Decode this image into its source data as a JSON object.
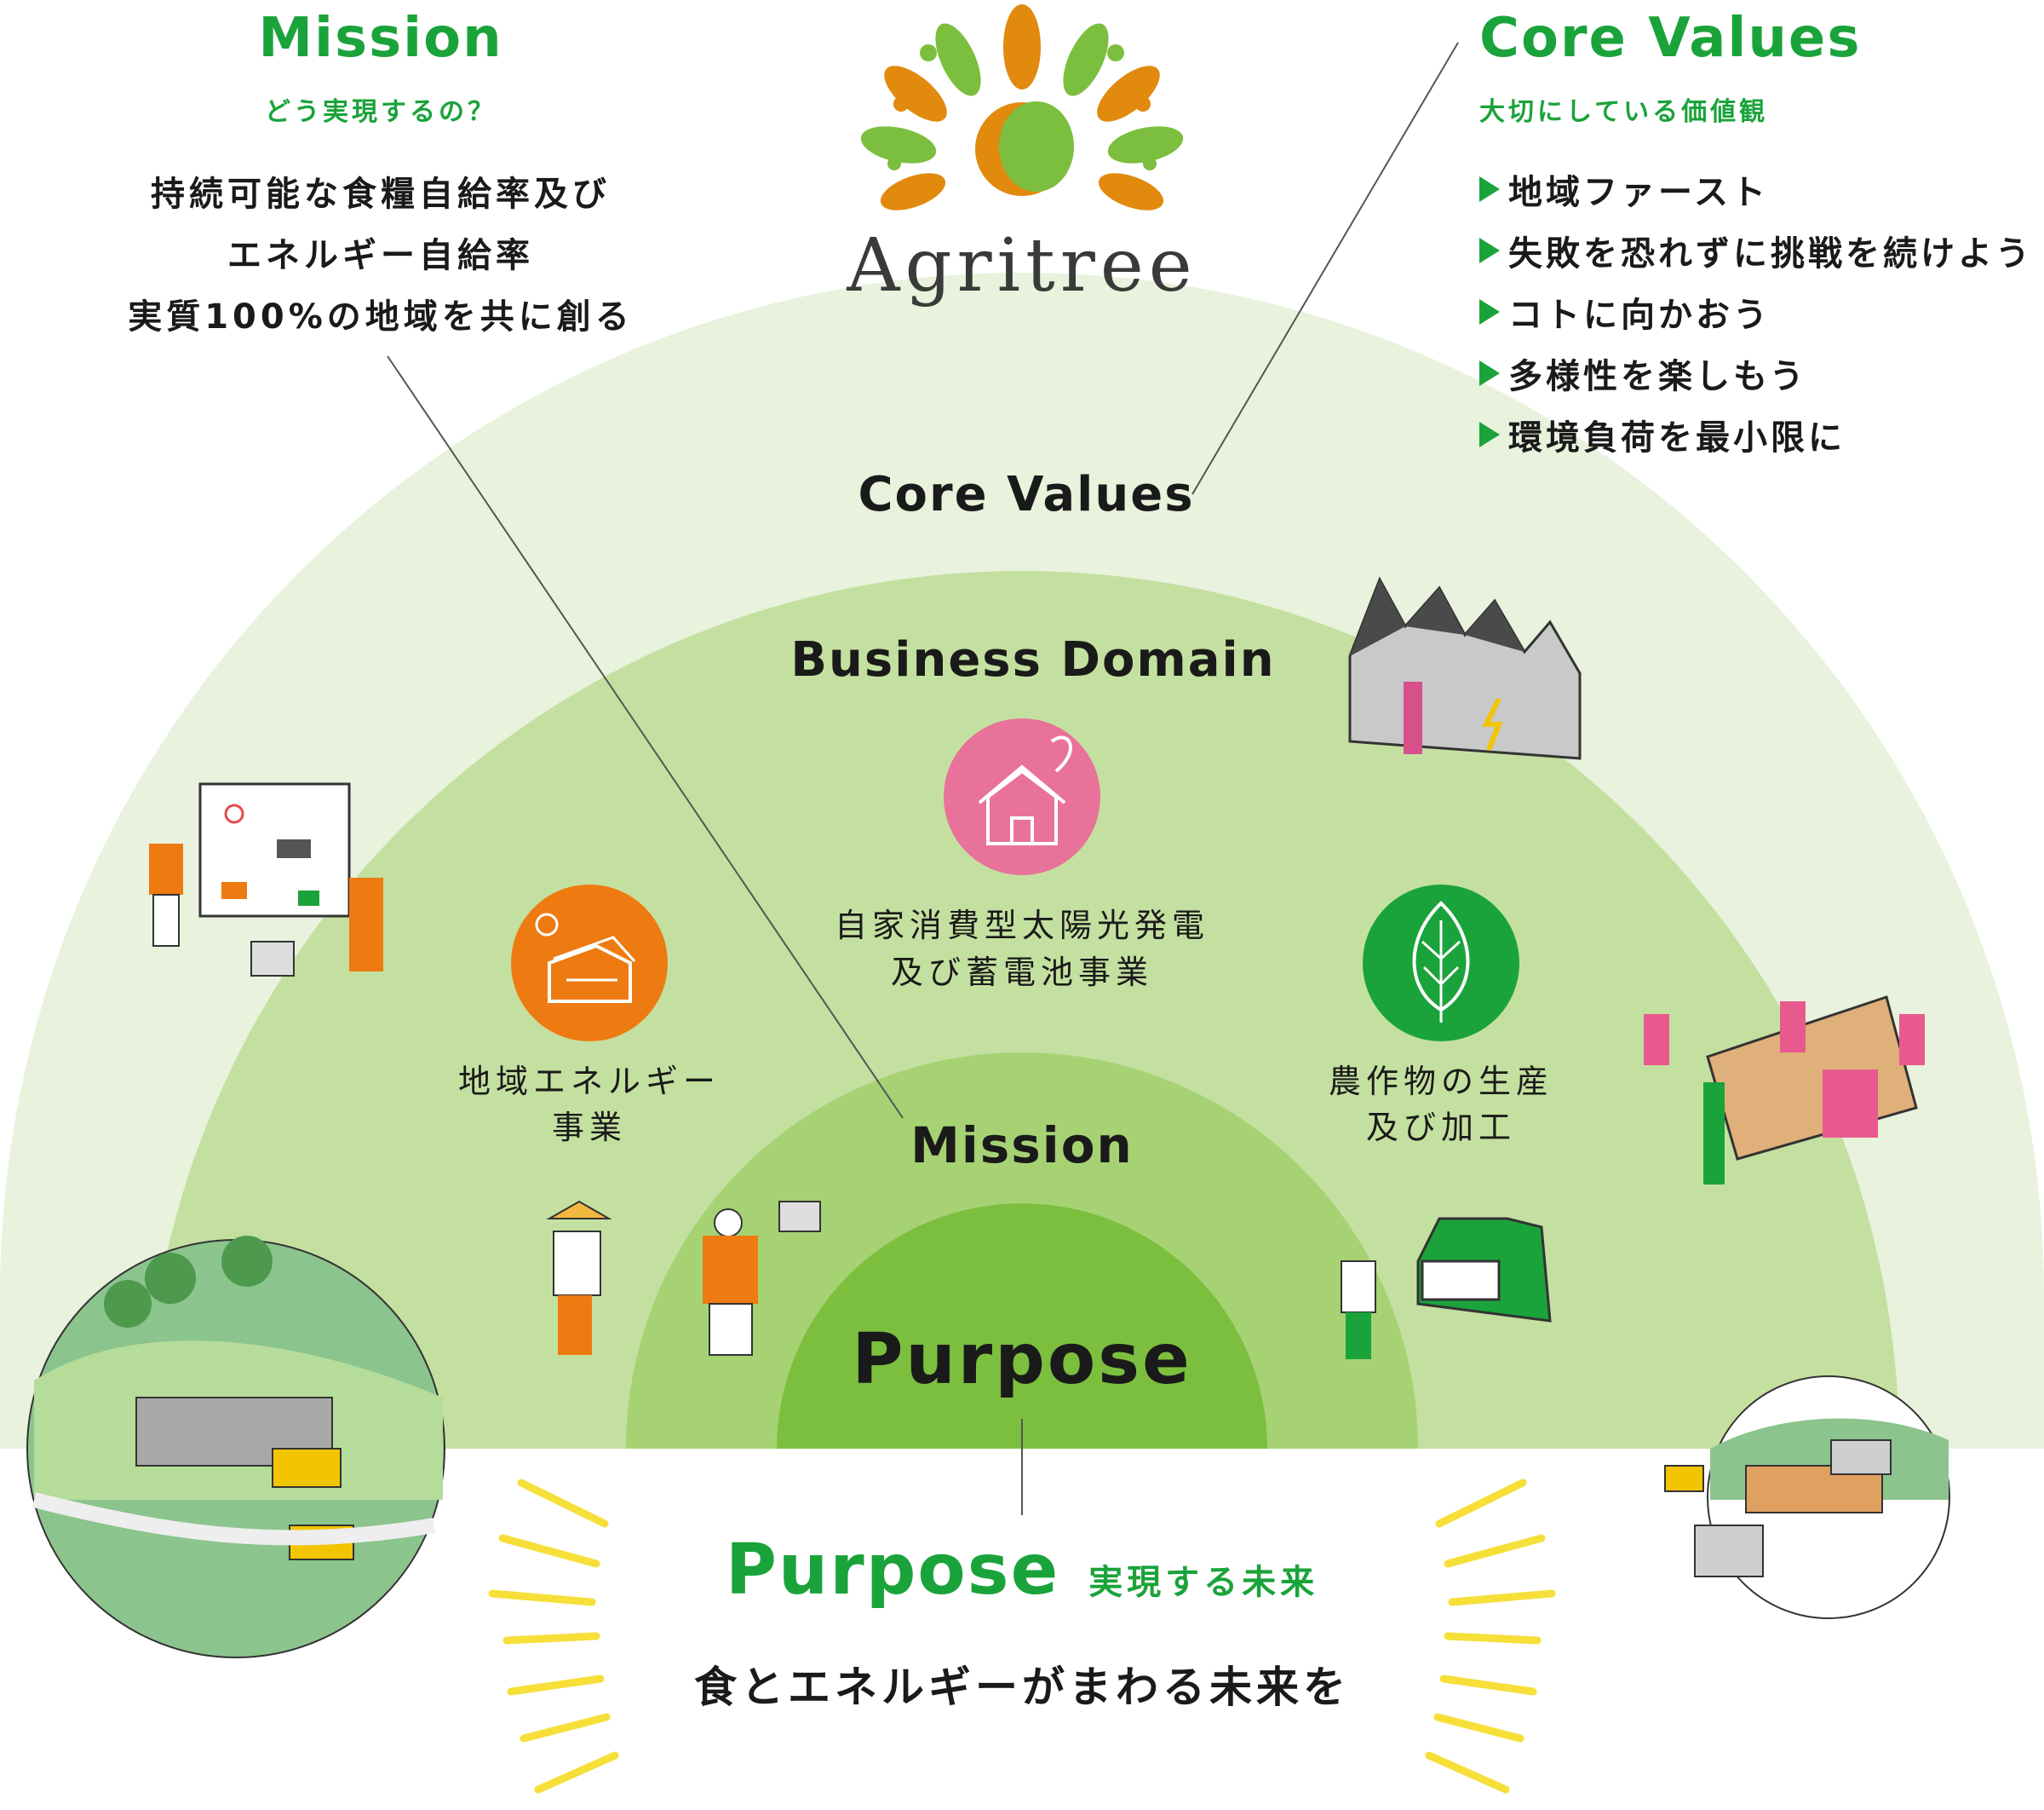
{
  "logo": {
    "name": "Agritree"
  },
  "mission": {
    "title": "Mission",
    "subtitle": "どう実現するの？",
    "lines": [
      "持続可能な食糧自給率及び",
      "エネルギー自給率",
      "実質100%の地域を共に創る"
    ]
  },
  "core_values": {
    "title": "Core Values",
    "subtitle": "大切にしている価値観",
    "items": [
      "地域ファースト",
      "失敗を恐れずに挑戦を続けよう",
      "コトに向かおう",
      "多様性を楽しもう",
      "環境負荷を最小限に"
    ]
  },
  "arc_labels": {
    "core_values": "Core Values",
    "business_domain": "Business Domain",
    "mission": "Mission",
    "purpose": "Purpose"
  },
  "domains": {
    "solar": [
      "自家消費型太陽光発電",
      "及び蓄電池事業"
    ],
    "energy": [
      "地域エネルギー",
      "事業"
    ],
    "crops": [
      "農作物の生産",
      "及び加工"
    ]
  },
  "purpose": {
    "title": "Purpose",
    "subtitle": "実現する未来",
    "statement": "食とエネルギーがまわる未来を"
  },
  "colors": {
    "ring_outer": "#e8f2dc",
    "ring_business": "#c4e0a0",
    "ring_mission": "#a6d274",
    "ring_purpose": "#7cbf3e",
    "accent_green": "#1aa33a",
    "solar_pink": "#e8729a",
    "energy_orange": "#ee7a12",
    "crops_green": "#1aa33a",
    "ray_yellow": "#f7df3a"
  }
}
